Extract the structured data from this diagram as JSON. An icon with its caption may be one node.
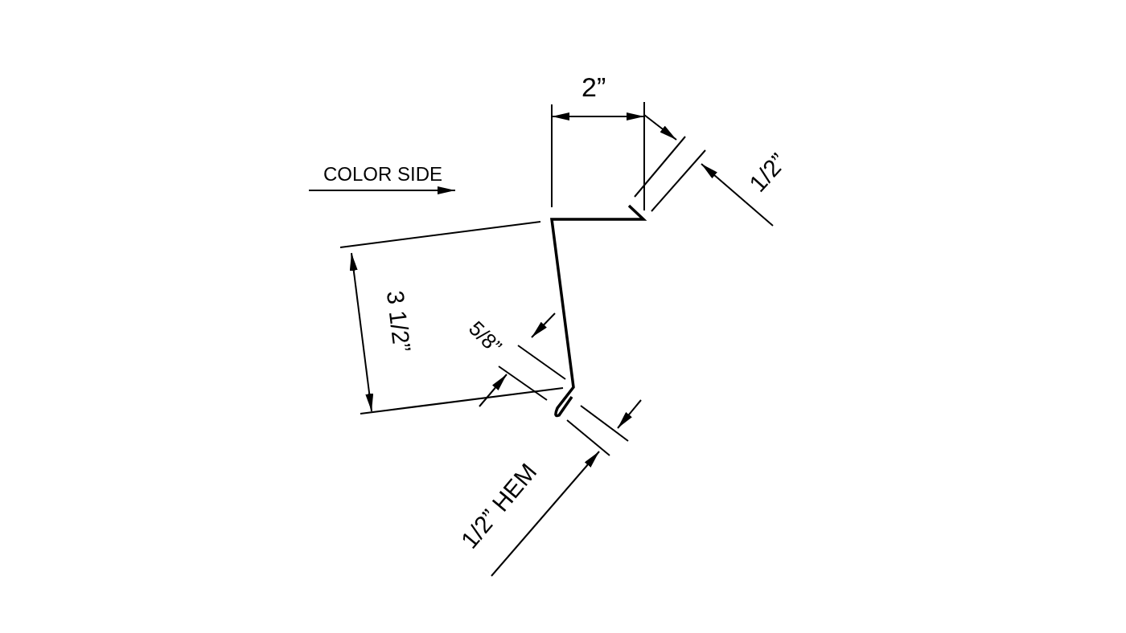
{
  "diagram": {
    "labels": [
      "2”",
      "COLOR SIDE",
      "1/2”",
      "3 1/2”",
      "5/8”",
      "1/2” HEM"
    ]
  }
}
